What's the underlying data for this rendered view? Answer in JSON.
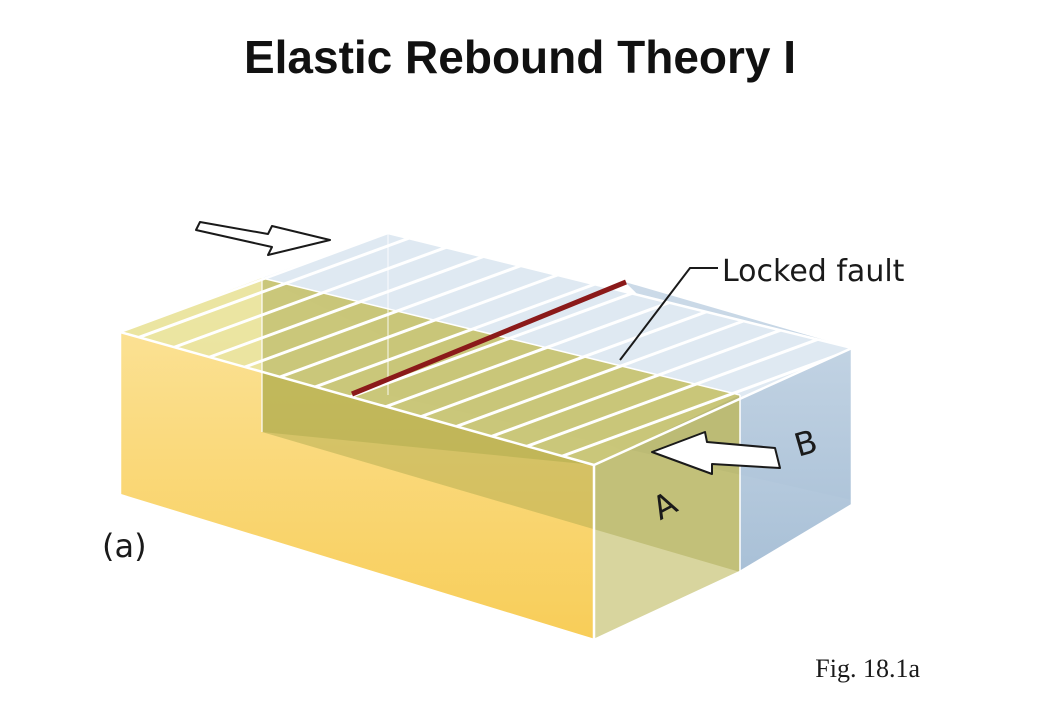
{
  "title": "Elastic Rebound Theory I",
  "labels": {
    "fault": "Locked fault",
    "block_a": "A",
    "block_b": "B",
    "panel": "(a)"
  },
  "caption": "Fig. 18.1a",
  "colors": {
    "block_a": "#f8cf5c",
    "block_b": "#a9c2d8",
    "fault_line": "#8b1a1a",
    "gridlines": "#ffffff"
  },
  "icons": {
    "push_arrow_left": "arrow-right-icon",
    "push_arrow_right": "arrow-left-icon"
  }
}
